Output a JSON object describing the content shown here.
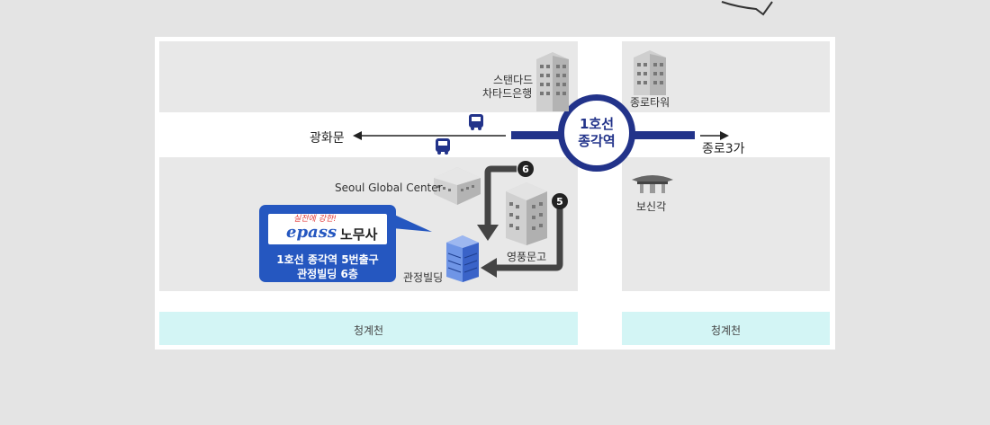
{
  "map": {
    "station": {
      "line1": "1호선",
      "line2": "종각역"
    },
    "directions": {
      "west": "광화문",
      "east": "종로3가"
    },
    "landmarks": {
      "standard_chartered_line1": "스탠다드",
      "standard_chartered_line2": "차타드은행",
      "jongno_tower": "종로타워",
      "seoul_global_center": "Seoul Global Center",
      "bosingak": "보신각",
      "youngpung": "영풍문고",
      "gwanjeong": "관정빌딩"
    },
    "exits": {
      "exit6": "6",
      "exit5": "5"
    },
    "stream": {
      "left": "청계천",
      "right": "청계천"
    },
    "callout": {
      "slogan": "실전에 강한!",
      "brand": "epass",
      "brand_suffix": "노무사",
      "address_line1": "1호선 종각역 5번출구",
      "address_line2": "관정빌딩 6층"
    }
  },
  "colors": {
    "line1_blue": "#22338a",
    "callout_blue": "#2557c0",
    "route_arrow": "#444444",
    "stream": "#d3f5f5",
    "block": "#e8e8e8"
  }
}
